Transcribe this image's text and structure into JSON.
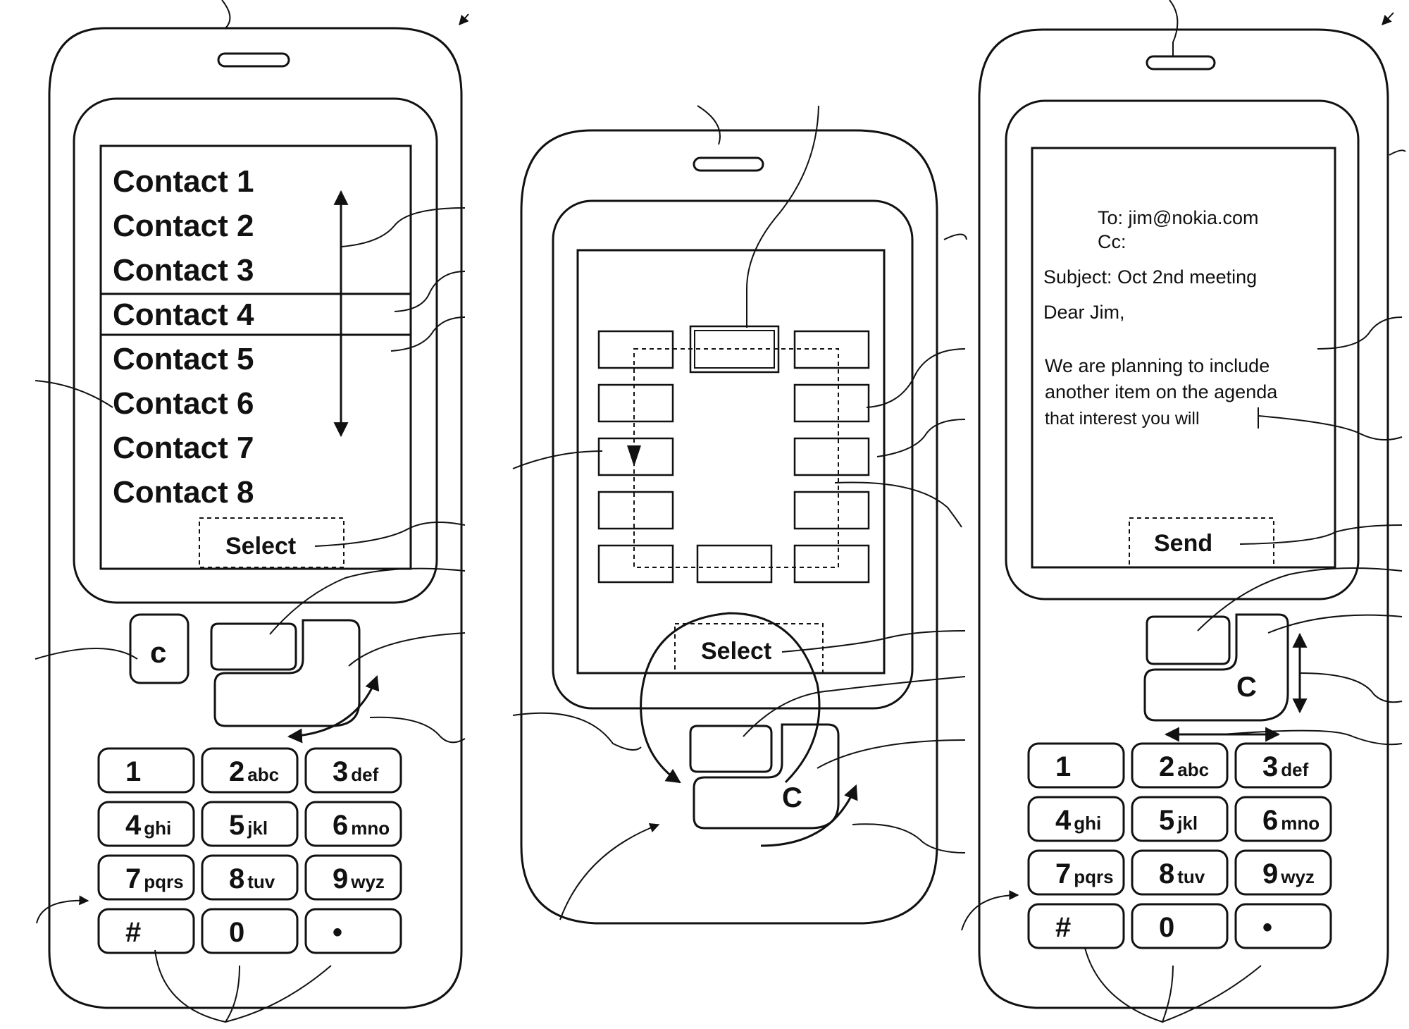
{
  "phone1": {
    "contacts": [
      "Contact 1",
      "Contact 2",
      "Contact 3",
      "Contact 4",
      "Contact 5",
      "Contact 6",
      "Contact 7",
      "Contact 8"
    ],
    "softkey": "Select",
    "clear_key": "c",
    "keypad": [
      {
        "digit": "1",
        "letters": ""
      },
      {
        "digit": "2",
        "letters": "abc"
      },
      {
        "digit": "3",
        "letters": "def"
      },
      {
        "digit": "4",
        "letters": "ghi"
      },
      {
        "digit": "5",
        "letters": "jkl"
      },
      {
        "digit": "6",
        "letters": "mno"
      },
      {
        "digit": "7",
        "letters": "pqrs"
      },
      {
        "digit": "8",
        "letters": "tuv"
      },
      {
        "digit": "9",
        "letters": "wyz"
      },
      {
        "digit": "#",
        "letters": ""
      },
      {
        "digit": "0",
        "letters": ""
      },
      {
        "digit": "•",
        "letters": ""
      }
    ]
  },
  "phone2": {
    "softkey": "Select",
    "clear_key": "C"
  },
  "phone3": {
    "email_to": "To: jim@nokia.com",
    "email_cc": "Cc:",
    "email_subject": "Subject: Oct 2nd meeting",
    "email_greeting": "Dear Jim,",
    "email_body": [
      "We are planning to include",
      "another item on the agenda",
      "that interest you will"
    ],
    "softkey": "Send",
    "clear_key": "C",
    "keypad": [
      {
        "digit": "1",
        "letters": ""
      },
      {
        "digit": "2",
        "letters": "abc"
      },
      {
        "digit": "3",
        "letters": "def"
      },
      {
        "digit": "4",
        "letters": "ghi"
      },
      {
        "digit": "5",
        "letters": "jkl"
      },
      {
        "digit": "6",
        "letters": "mno"
      },
      {
        "digit": "7",
        "letters": "pqrs"
      },
      {
        "digit": "8",
        "letters": "tuv"
      },
      {
        "digit": "9",
        "letters": "wyz"
      },
      {
        "digit": "#",
        "letters": ""
      },
      {
        "digit": "0",
        "letters": ""
      },
      {
        "digit": "•",
        "letters": ""
      }
    ]
  },
  "colors": {
    "line": "#111111",
    "paper": "#ffffff"
  }
}
